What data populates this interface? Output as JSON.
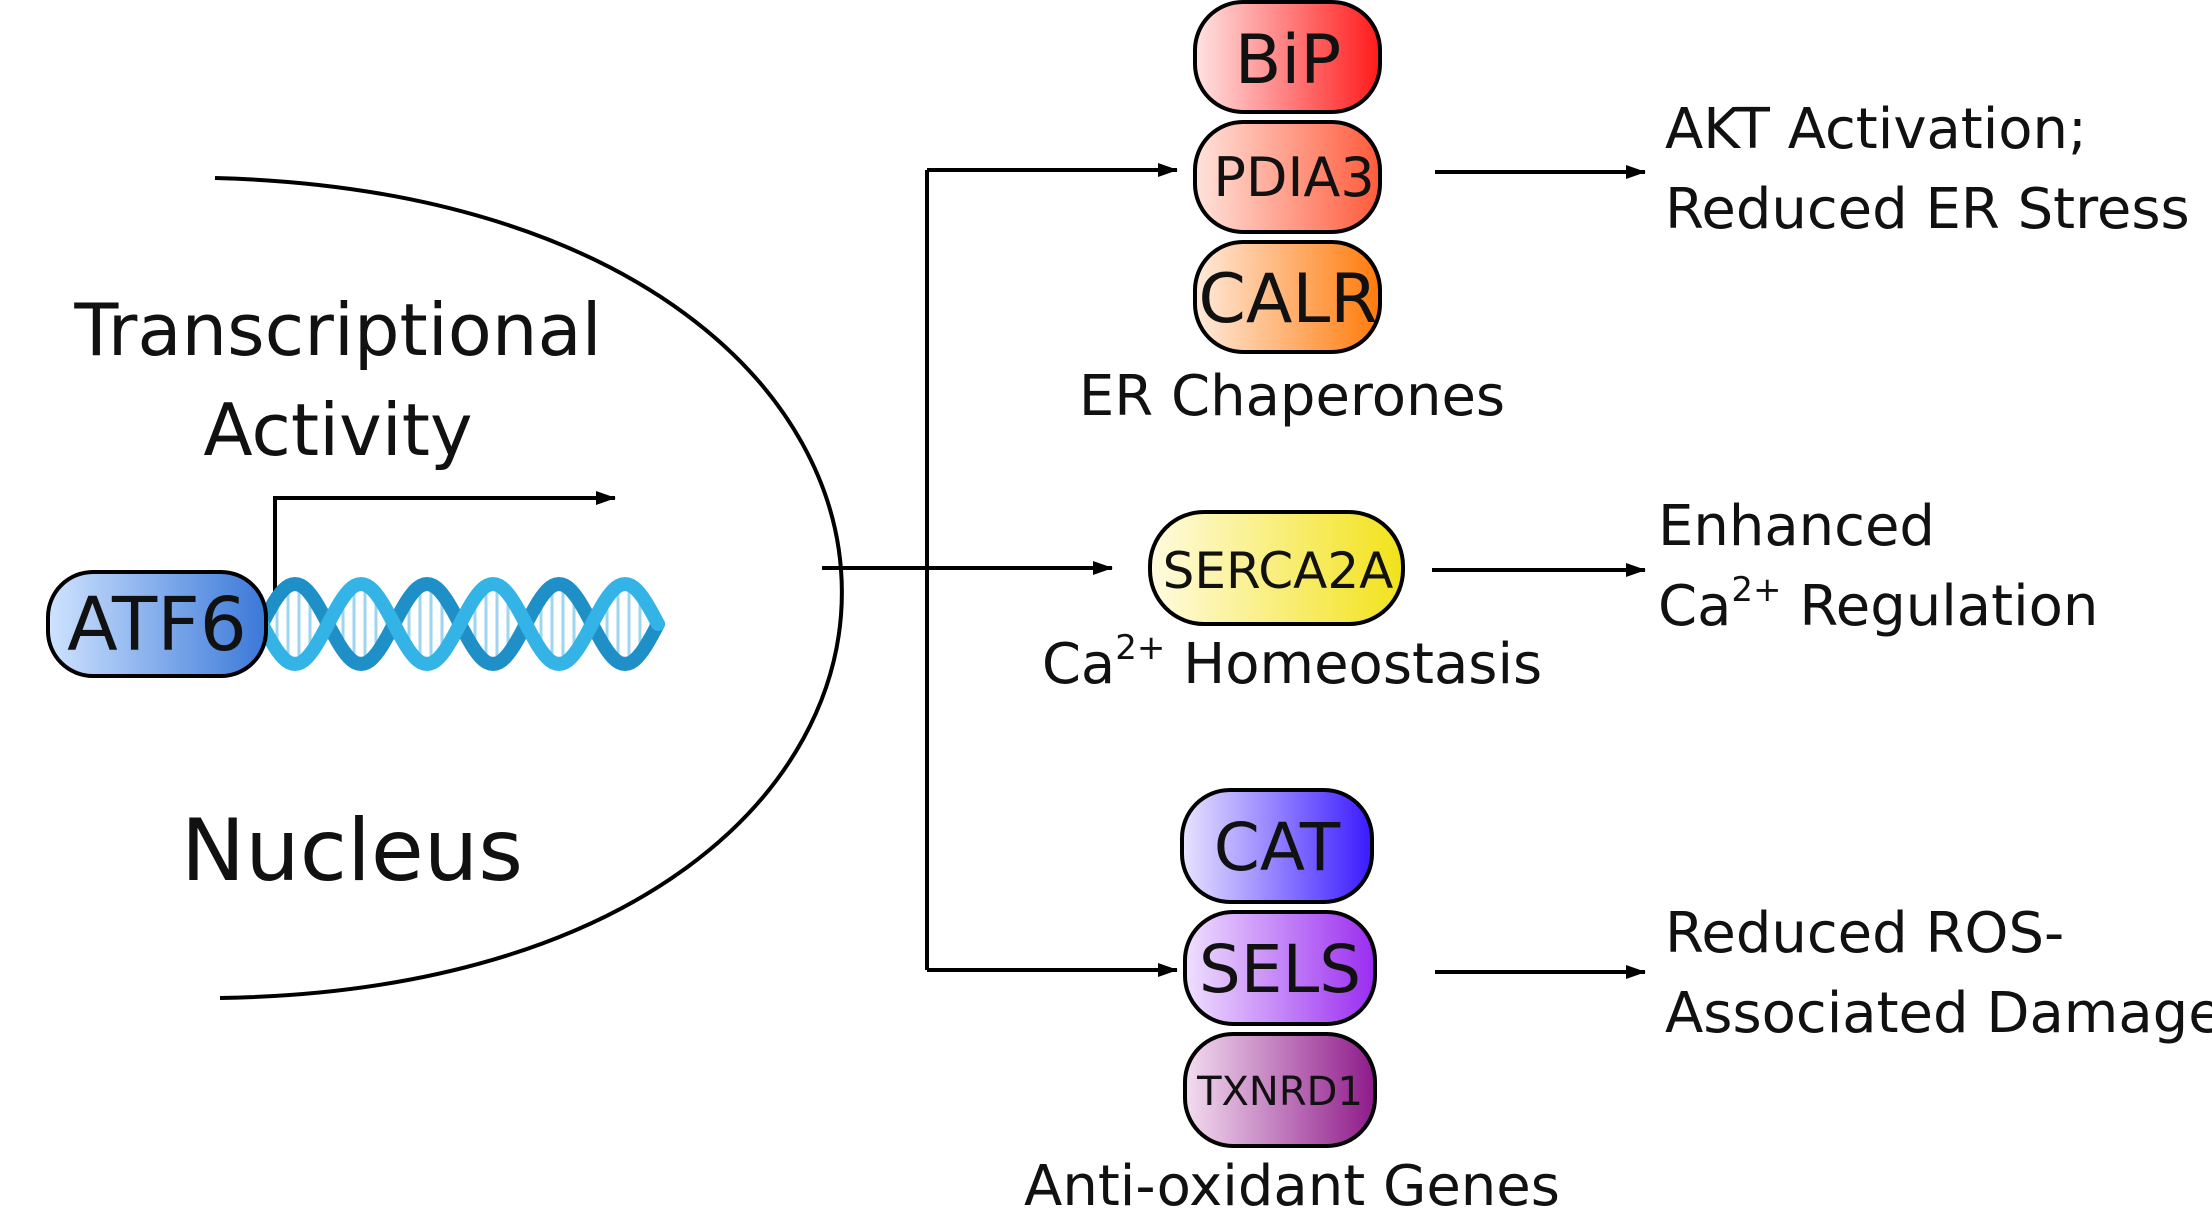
{
  "nucleus": {
    "title_line1": "Transcriptional",
    "title_line2": "Activity",
    "label": "Nucleus"
  },
  "atf6": {
    "label": "ATF6",
    "color": "#5b9bd5"
  },
  "groups": {
    "er_chaperones": {
      "label": "ER Chaperones",
      "proteins": [
        "BiP",
        "PDIA3",
        "CALR"
      ],
      "colors": [
        "#ff2a2a",
        "#ff6a4a",
        "#ff8a1a"
      ],
      "outcome_line1": "AKT Activation;",
      "outcome_line2": "Reduced ER Stress"
    },
    "calcium": {
      "label_prefix": "Ca",
      "label_sup": "2+",
      "label_suffix": " Homeostasis",
      "protein": "SERCA2A",
      "color": "#f5e61a",
      "outcome_line1": "Enhanced",
      "outcome_line2_prefix": "Ca",
      "outcome_line2_sup": "2+",
      "outcome_line2_suffix": " Regulation"
    },
    "antioxidant": {
      "label": "Anti-oxidant Genes",
      "proteins": [
        "CAT",
        "SELS",
        "TXNRD1"
      ],
      "colors": [
        "#4a2cff",
        "#a83cf0",
        "#a0289a"
      ],
      "outcome_line1": "Reduced ROS-",
      "outcome_line2": "Associated Damage"
    }
  }
}
